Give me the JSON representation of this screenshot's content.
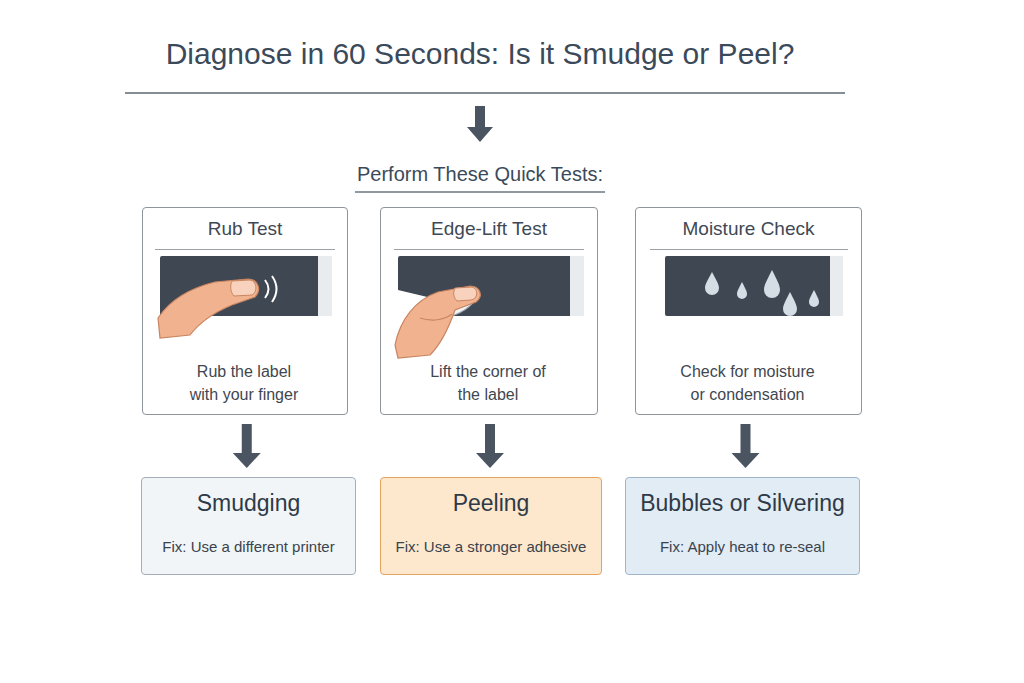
{
  "diagram": {
    "title": "Diagnose in 60 Seconds: Is it Smudge or Peel?",
    "nodes": [
      {
        "text": [
          "Rub Test",
          "Rub the label with your finger"
        ]
      },
      {
        "text": [
          "Edge-Lift Test",
          "Lift the corner of the label"
        ]
      },
      {
        "text": [
          "Moisture Check",
          "Check for moisture or condensation"
        ]
      },
      {
        "text": [
          "Smudging",
          "Fix: Use a different printer"
        ]
      },
      {
        "text": [
          "Peeling",
          "Fix: Use a stronger adhesive"
        ]
      },
      {
        "text": [
          "Bubbles or Silvering",
          "Fix: Apply heat to re-seal"
        ]
      }
    ],
    "edges": [
      {
        "from": 0,
        "to": 3,
        "arrow": "to"
      },
      {
        "from": 1,
        "to": 4,
        "arrow": "to"
      },
      {
        "from": 2,
        "to": 5,
        "arrow": "to"
      }
    ],
    "labels": [
      "Perform These Quick Tests:"
    ]
  }
}
